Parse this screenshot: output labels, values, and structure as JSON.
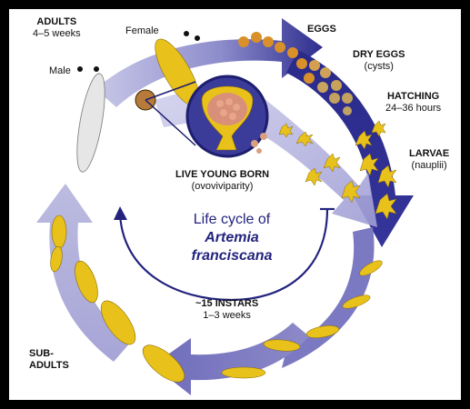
{
  "title": {
    "line1": "Life cycle of",
    "line2": "Artemia",
    "line3": "franciscana"
  },
  "stages": {
    "adults": {
      "label": "ADULTS",
      "sub": "4–5 weeks"
    },
    "female": "Female",
    "male": "Male",
    "eggs": {
      "label": "EGGS"
    },
    "dry_eggs": {
      "label": "DRY EGGS",
      "sub": "(cysts)"
    },
    "hatching": {
      "label": "HATCHING",
      "sub": "24–36 hours"
    },
    "larvae": {
      "label": "LARVAE",
      "sub": "(nauplii)"
    },
    "live_young": {
      "label": "LIVE YOUNG BORN",
      "sub": "(ovoviviparity)"
    },
    "instars": {
      "label": "~15 INSTARS",
      "sub": "1–3 weeks"
    },
    "subadults": {
      "label": "SUB-",
      "sub": "ADULTS"
    }
  },
  "colors": {
    "ring_light": "#c7c6e6",
    "ring_mid": "#8e8bc8",
    "ring_dark": "#2a2a8a",
    "egg_orange": "#d9902a",
    "egg_tan": "#c7a45a",
    "animal_yellow": "#e8c21a",
    "inner_arrow": "#23237e"
  }
}
